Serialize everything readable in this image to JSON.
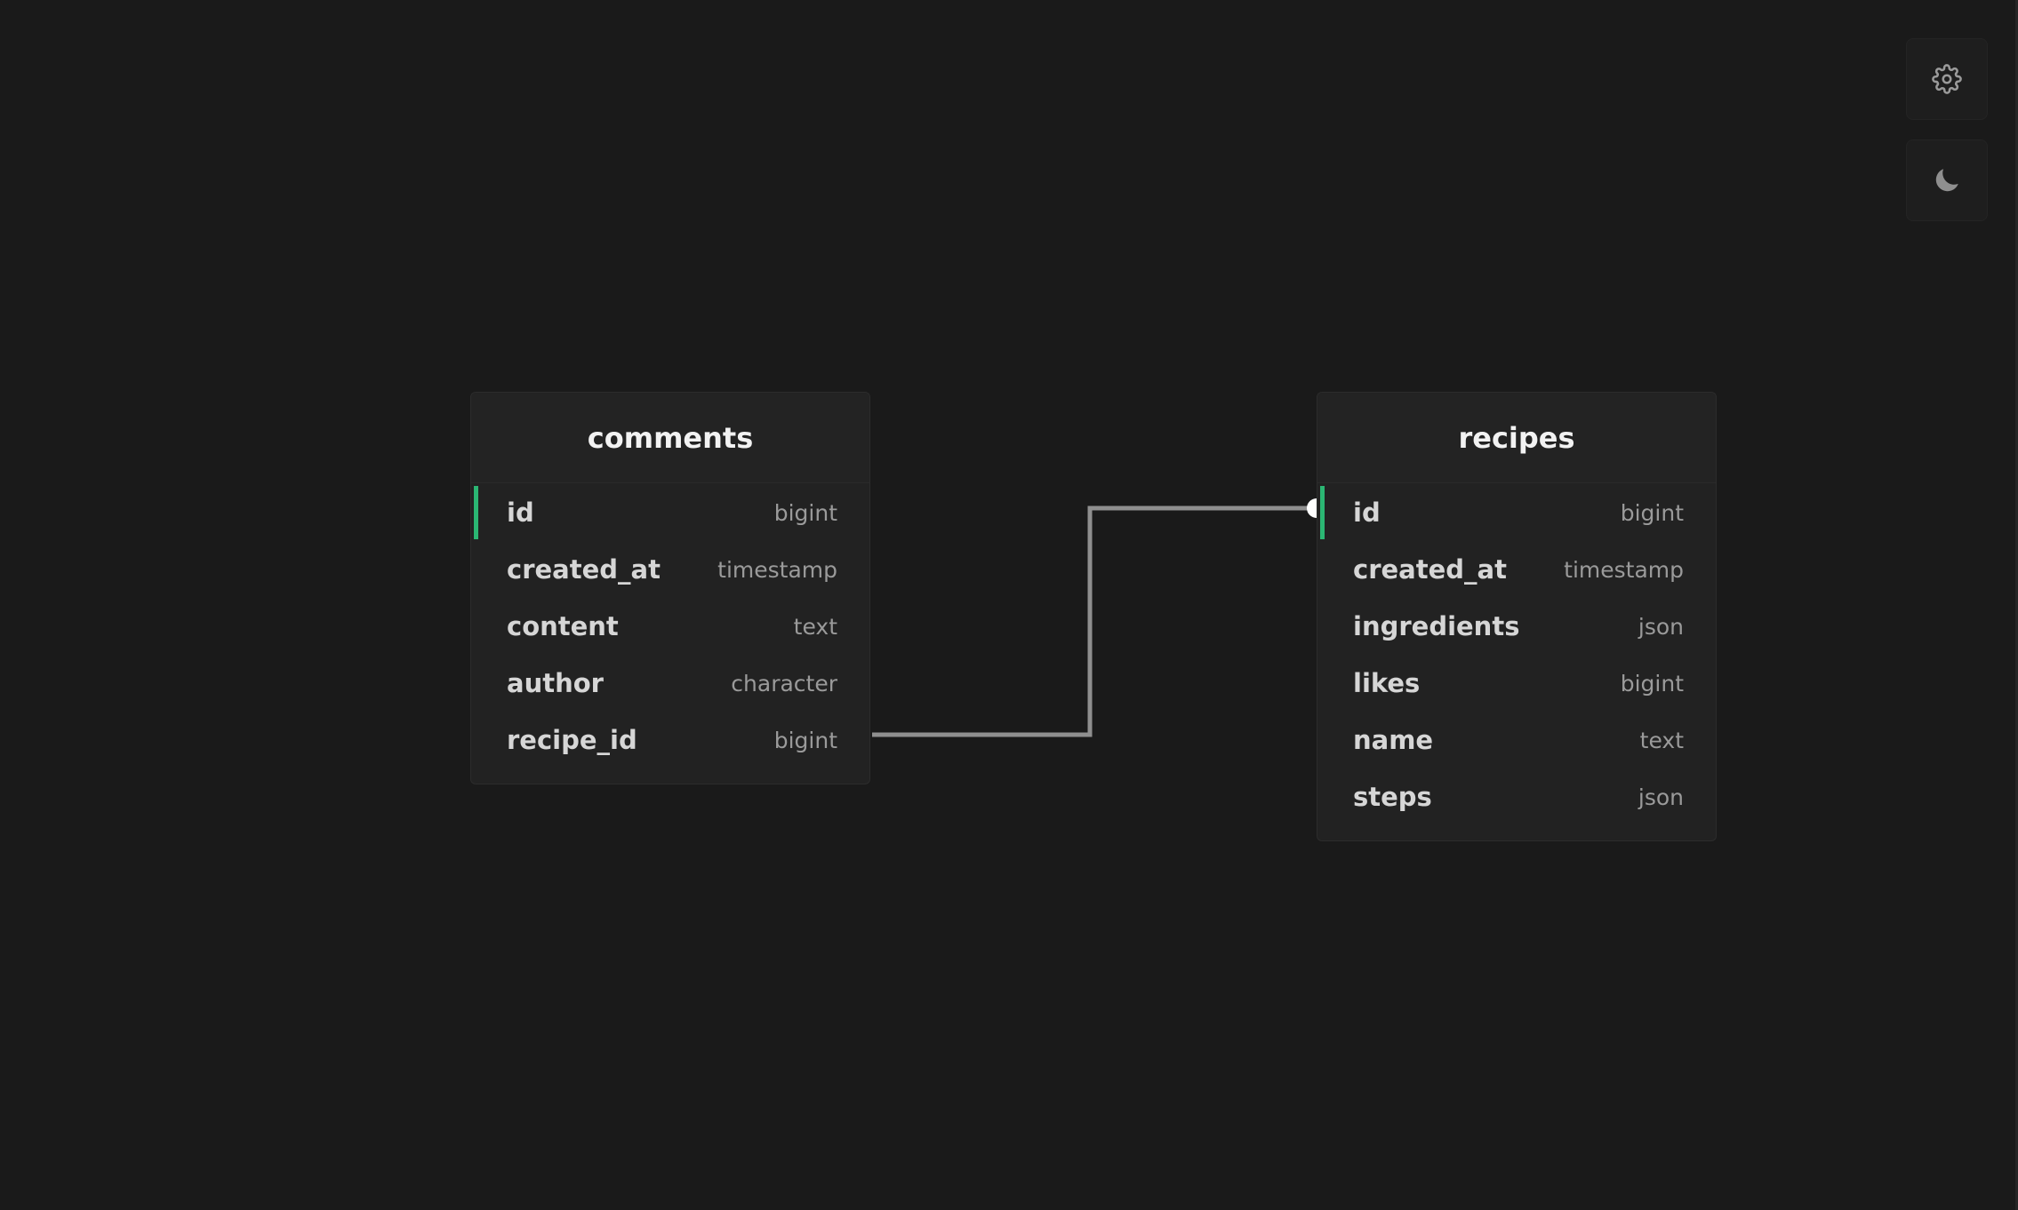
{
  "toolbar": {
    "settings_icon": "gear-icon",
    "theme_icon": "moon-icon"
  },
  "colors": {
    "background": "#1a1a1a",
    "table_bg": "#222222",
    "primary_key_accent": "#2bb673",
    "edge": "#8f8f8f"
  },
  "tables": [
    {
      "name": "comments",
      "columns": [
        {
          "name": "id",
          "type": "bigint",
          "primary_key": true
        },
        {
          "name": "created_at",
          "type": "timestamp",
          "primary_key": false
        },
        {
          "name": "content",
          "type": "text",
          "primary_key": false
        },
        {
          "name": "author",
          "type": "character",
          "primary_key": false
        },
        {
          "name": "recipe_id",
          "type": "bigint",
          "primary_key": false
        }
      ]
    },
    {
      "name": "recipes",
      "columns": [
        {
          "name": "id",
          "type": "bigint",
          "primary_key": true
        },
        {
          "name": "created_at",
          "type": "timestamp",
          "primary_key": false
        },
        {
          "name": "ingredients",
          "type": "json",
          "primary_key": false
        },
        {
          "name": "likes",
          "type": "bigint",
          "primary_key": false
        },
        {
          "name": "name",
          "type": "text",
          "primary_key": false
        },
        {
          "name": "steps",
          "type": "json",
          "primary_key": false
        }
      ]
    }
  ],
  "relations": [
    {
      "from_table": "comments",
      "from_column": "recipe_id",
      "to_table": "recipes",
      "to_column": "id"
    }
  ]
}
